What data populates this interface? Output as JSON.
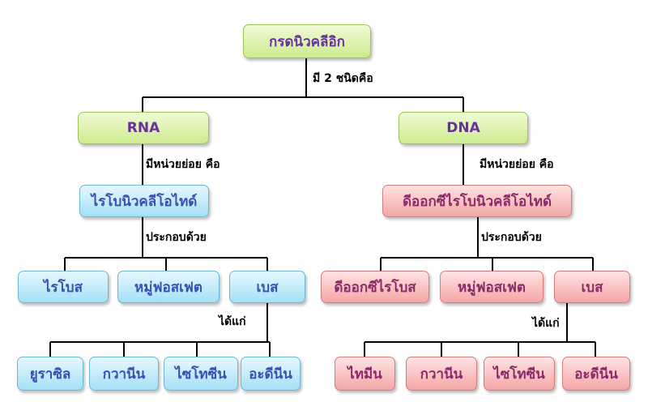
{
  "root": "กรดนิวคลีอิก",
  "root_link": "มี 2 ชนิดคือ",
  "rna": {
    "title": "RNA",
    "unit_link": "มีหน่วยย่อย คือ",
    "unit": "ไรโบนิวคลีโอไทด์",
    "comp_link": "ประกอบด้วย",
    "components": [
      "ไรโบส",
      "หมู่ฟอสเฟต",
      "เบส"
    ],
    "base_link": "ได้แก่",
    "bases": [
      "ยูราซิล",
      "กวานีน",
      "ไซโทซีน",
      "อะดีนีน"
    ]
  },
  "dna": {
    "title": "DNA",
    "unit_link": "มีหน่วยย่อย คือ",
    "unit": "ดีออกซีไรโบนิวคลีโอไทด์",
    "comp_link": "ประกอบด้วย",
    "components": [
      "ดีออกซีไรโบส",
      "หมู่ฟอสเฟต",
      "เบส"
    ],
    "base_link": "ได้แก่",
    "bases": [
      "ไทมีน",
      "กวานีน",
      "ไซโทซีน",
      "อะดีนีน"
    ]
  }
}
